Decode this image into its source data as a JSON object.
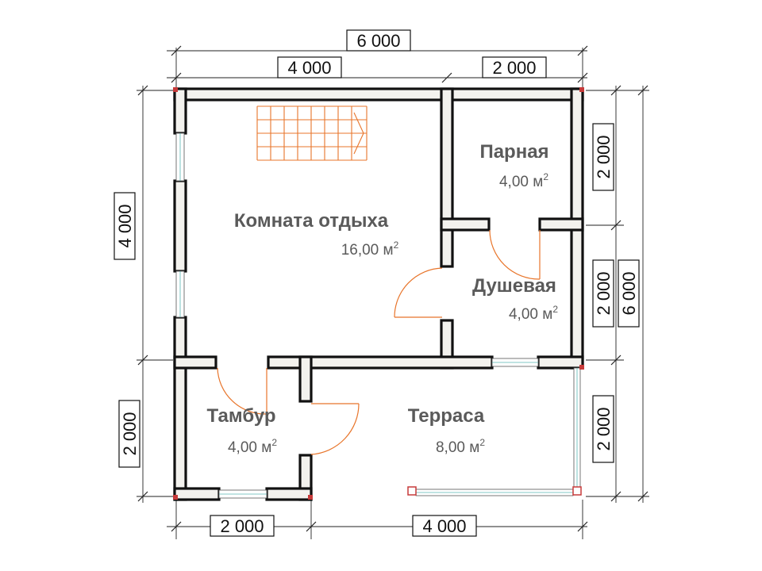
{
  "dimensions": {
    "top_total": "6 000",
    "top_left": "4 000",
    "top_right": "2 000",
    "bottom_left": "2 000",
    "bottom_right": "4 000",
    "left_upper": "4 000",
    "left_lower": "2 000",
    "right_upper": "2 000",
    "right_middle": "2 000",
    "right_lower": "2 000",
    "right_total": "6 000"
  },
  "rooms": {
    "rest_room": {
      "name": "Комната отдыха",
      "area": "16,00 м",
      "sup": "2"
    },
    "steam_room": {
      "name": "Парная",
      "area": "4,00 м",
      "sup": "2"
    },
    "shower": {
      "name": "Душевая",
      "area": "4,00 м",
      "sup": "2"
    },
    "vestibule": {
      "name": "Тамбур",
      "area": "4,00 м",
      "sup": "2"
    },
    "terrace": {
      "name": "Терраса",
      "area": "8,00 м",
      "sup": "2"
    }
  },
  "colors": {
    "wall_fill": "#f3f2ee",
    "wall_stroke": "#111111",
    "door": "#e8752b",
    "window_glass": "#56b7b4",
    "corner_marker": "#c73a3a",
    "room_text": "#5a5a5a"
  }
}
